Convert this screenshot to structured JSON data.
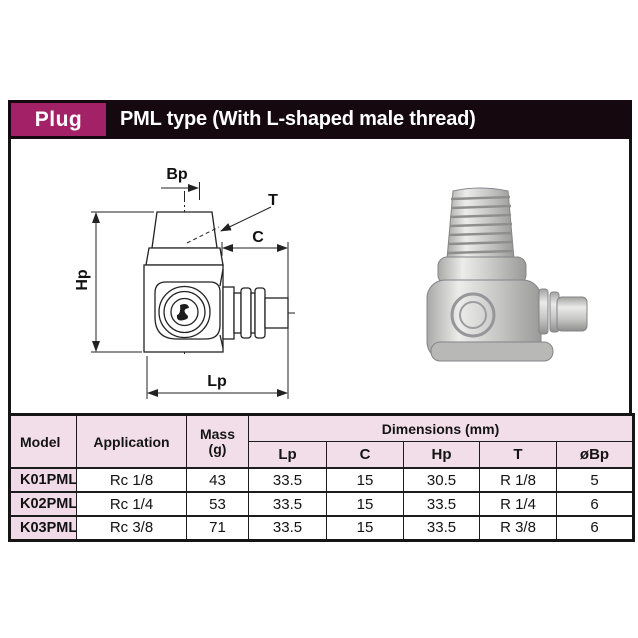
{
  "header": {
    "badge": "Plug",
    "title": "PML type (With L-shaped male thread)",
    "badge_color": "#a32267",
    "bar_color": "#15090f"
  },
  "diagram": {
    "labels": {
      "bp": "Bp",
      "t": "T",
      "c": "C",
      "hp": "Hp",
      "lp": "Lp"
    }
  },
  "table": {
    "columns": {
      "model": "Model",
      "application": "Application",
      "mass_line1": "Mass",
      "mass_line2": "(g)",
      "dimensions_group": "Dimensions (mm)",
      "dims": [
        "Lp",
        "C",
        "Hp",
        "T",
        "øBp"
      ]
    },
    "rows": [
      {
        "model": "K01PML",
        "application": "Rc 1/8",
        "mass": "43",
        "lp": "33.5",
        "c": "15",
        "hp": "30.5",
        "t": "R 1/8",
        "bp": "5"
      },
      {
        "model": "K02PML",
        "application": "Rc 1/4",
        "mass": "53",
        "lp": "33.5",
        "c": "15",
        "hp": "33.5",
        "t": "R 1/4",
        "bp": "6"
      },
      {
        "model": "K03PML",
        "application": "Rc 3/8",
        "mass": "71",
        "lp": "33.5",
        "c": "15",
        "hp": "33.5",
        "t": "R 3/8",
        "bp": "6"
      }
    ],
    "colors": {
      "header_bg": "#f2dee9",
      "model_bg": "#f0dae7",
      "border": "#1c1c1c"
    }
  }
}
